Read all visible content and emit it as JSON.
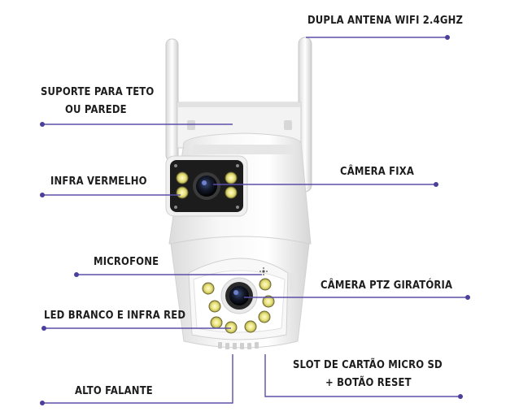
{
  "labels": {
    "antena": "DUPLA ANTENA WIFI 2.4GHZ",
    "suporte_1": "SUPORTE PARA TETO",
    "suporte_2": "OU PAREDE",
    "infra": "INFRA VERMELHO",
    "camera_fixa": "CÂMERA FIXA",
    "microfone": "MICROFONE",
    "camera_ptz": "CÂMERA PTZ GIRATÓRIA",
    "led": "LED BRANCO E INFRA RED",
    "slot_1": "SLOT DE CARTÃO MICRO SD",
    "slot_2": "+ BOTÃO RESET",
    "alto_falante": "ALTO FALANTE"
  },
  "colors": {
    "line": "#5b4fa8",
    "dot": "#4a3f9a",
    "text": "#1d1d1d",
    "body": "#eeeeee",
    "lens": "#1a1a1a",
    "led": "#e8e27a"
  }
}
